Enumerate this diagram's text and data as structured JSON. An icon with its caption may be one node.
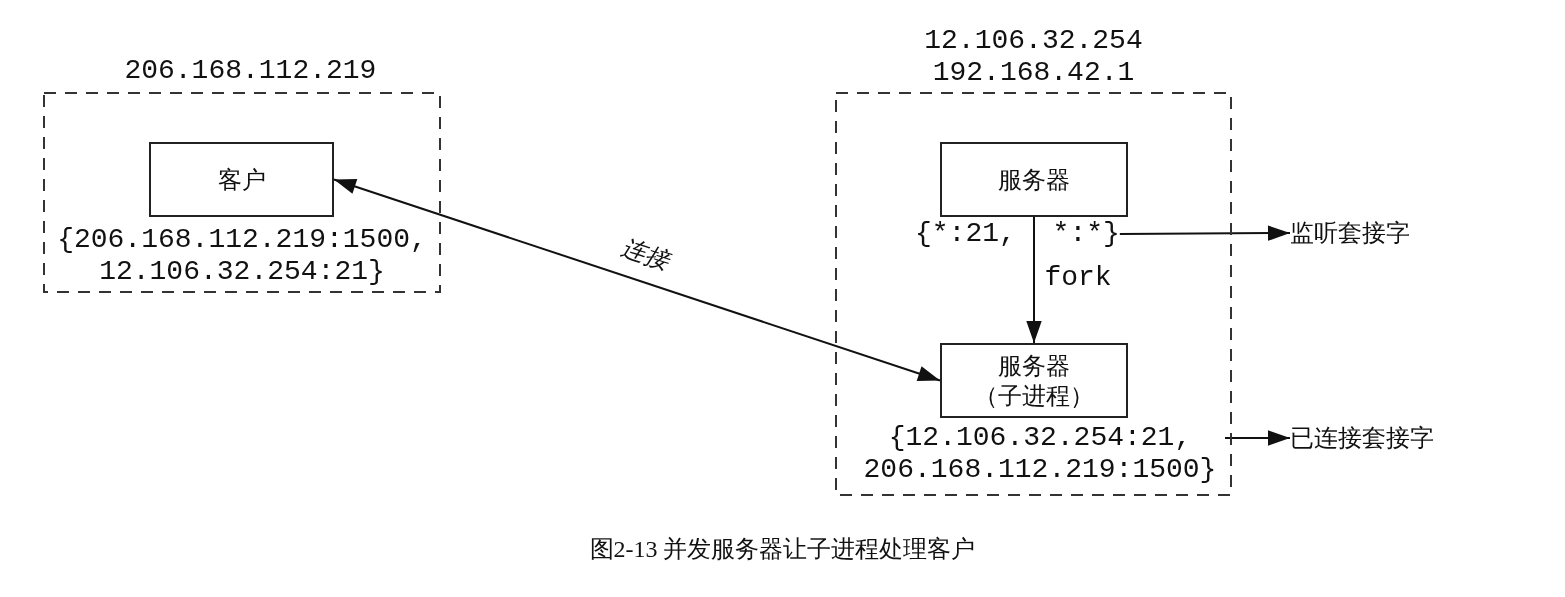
{
  "diagram": {
    "caption": "图2-13 并发服务器让子进程处理客户",
    "nodes": [
      {
        "text": [
          "206.168.112.219"
        ]
      },
      {
        "text": [
          "客户"
        ],
        "in": 0,
        "beside": [
          "{206.168.112.219:1500, 12.106.32.254:21}"
        ]
      },
      {
        "text": [
          "12.106.32.254 192.168.42.1"
        ]
      },
      {
        "text": [
          "服务器"
        ],
        "in": 2
      },
      {
        "text": [
          "{*:21, *:*}"
        ],
        "in": 2
      },
      {
        "text": [
          "服务器",
          "（子进程）"
        ],
        "in": 2
      },
      {
        "text": [
          "{12.106.32.254:21, 206.168.112.219:1500}"
        ],
        "in": 2
      },
      {
        "text": [
          "监听套接字"
        ]
      },
      {
        "text": [
          "已连接套接字"
        ]
      }
    ],
    "edges": [
      {
        "from": 1,
        "to": 5,
        "arrow": "both",
        "label": "连接"
      },
      {
        "from": 3,
        "to": 5,
        "arrow": "to",
        "label": "fork"
      },
      {
        "from": 4,
        "to": 7,
        "arrow": "to"
      },
      {
        "from": 6,
        "to": 8,
        "arrow": "to"
      }
    ]
  }
}
